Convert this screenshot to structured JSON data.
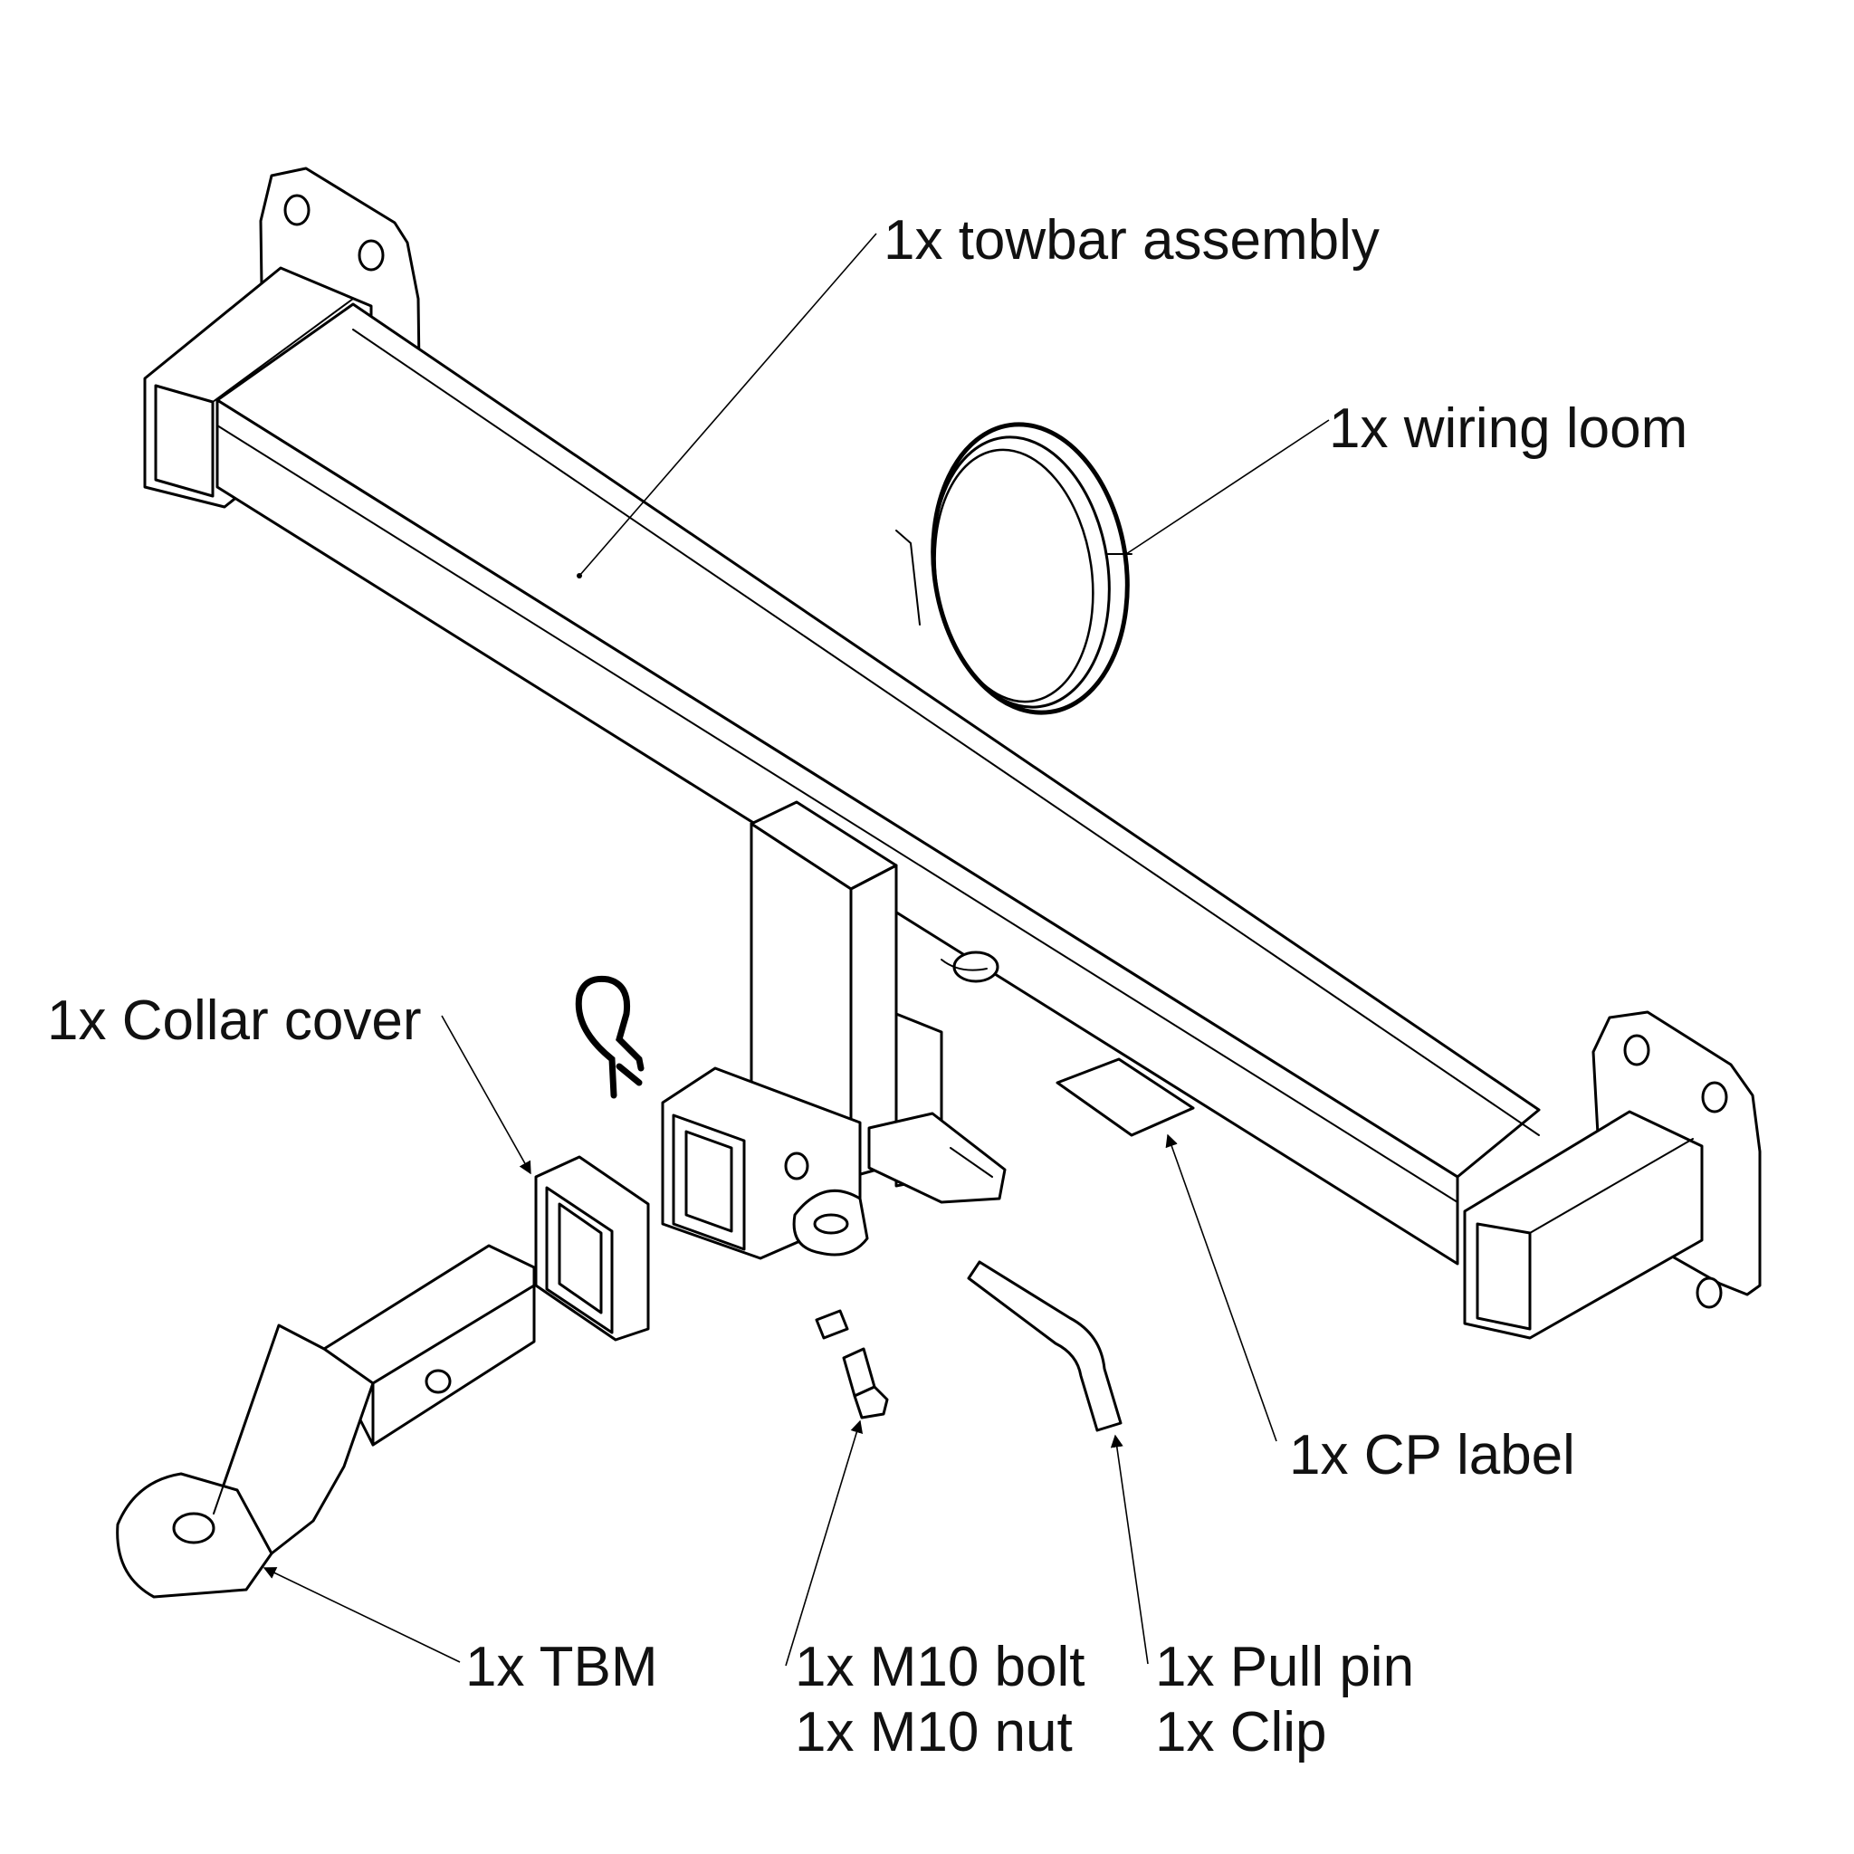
{
  "labels": {
    "towbar_assembly": "1x towbar assembly",
    "wiring_loom": "1x wiring loom",
    "collar_cover": "1x Collar cover",
    "cp_label": "1x CP label",
    "tbm": "1x TBM",
    "m10_bolt": "1x M10 bolt",
    "m10_nut": "1x M10 nut",
    "pull_pin": "1x Pull pin",
    "clip": "1x Clip"
  },
  "colors": {
    "line": "#000000",
    "background": "#ffffff"
  }
}
